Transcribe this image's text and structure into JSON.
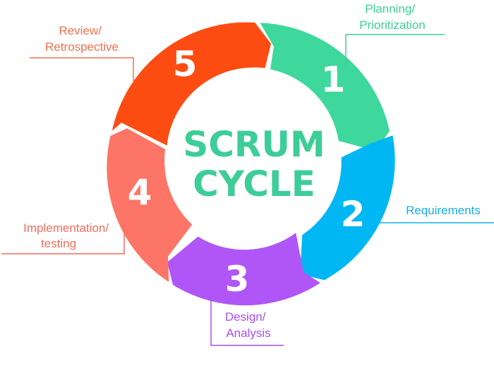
{
  "center": {
    "line1": "SCRUM",
    "line2": "CYCLE",
    "color": "#3dcd98"
  },
  "stages": [
    {
      "number": "1",
      "label_lines": [
        "Planning/",
        "Prioritization"
      ],
      "color": "#3ed79c",
      "label_color": "#3ccf98"
    },
    {
      "number": "2",
      "label_lines": [
        "Requirements"
      ],
      "color": "#00b7f4",
      "label_color": "#16aef0"
    },
    {
      "number": "3",
      "label_lines": [
        "Design/",
        "Analysis"
      ],
      "color": "#b055f6",
      "label_color": "#a94ff0"
    },
    {
      "number": "4",
      "label_lines": [
        "Implementation/",
        "testing"
      ],
      "color": "#fd7566",
      "label_color": "#f46b5f"
    },
    {
      "number": "5",
      "label_lines": [
        "Review/",
        "Retrospective"
      ],
      "color": "#fd4c12",
      "label_color": "#f0704e"
    }
  ]
}
